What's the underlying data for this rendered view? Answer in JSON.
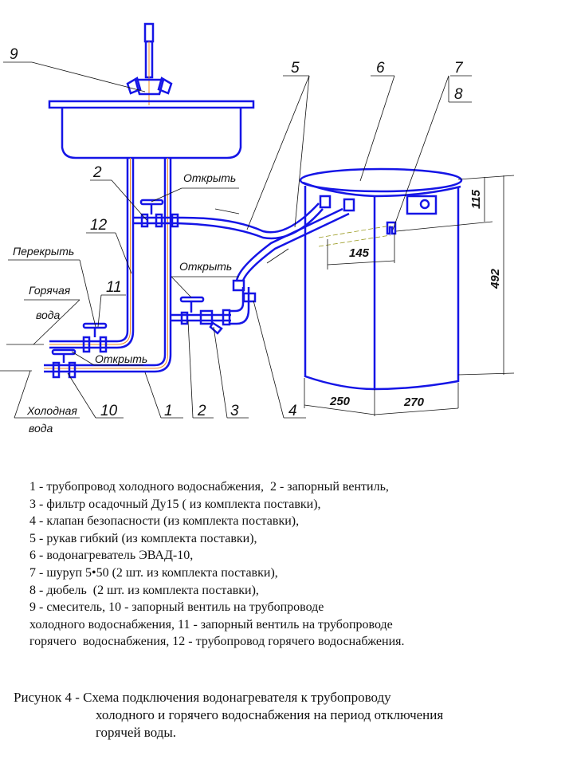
{
  "diagram": {
    "callouts": {
      "n9": "9",
      "n5": "5",
      "n6": "6",
      "n7": "7",
      "n8": "8",
      "n2a": "2",
      "n12": "12",
      "n11": "11",
      "n10": "10",
      "n1": "1",
      "n2b": "2",
      "n3": "3",
      "n4": "4"
    },
    "labels": {
      "open_top": "Открыть",
      "shut": "Перекрыть",
      "hot1": "Горячая",
      "hot2": "вода",
      "open_mid": "Открыть",
      "open_low": "Открыть",
      "cold1": "Холодная",
      "cold2": "вода"
    },
    "dimensions": {
      "d115": "115",
      "d492": "492",
      "d145": "145",
      "d250": "250",
      "d270": "270"
    },
    "colors": {
      "pipe": "#1515e6",
      "axis": "#f08a20"
    }
  },
  "legend": [
    "1 - трубопровод холодного водоснабжения,  2 - запорный вентиль,",
    "3 - фильтр осадочный Ду15 ( из комплекта поставки),",
    "4 - клапан безопасности (из комплекта поставки),",
    "5 - рукав гибкий (из комплекта поставки),",
    "6 - водонагреватель ЭВАД-10,",
    "7 - шуруп 5•50 (2 шт. из комплекта поставки),",
    "8 - дюбель  (2 шт. из комплекта поставки),",
    "9 - смеситель, 10 - запорный вентиль на трубопроводе",
    "холодного водоснабжения, 11 - запорный вентиль на трубопроводе",
    "горячего  водоснабжения, 12 - трубопровод горячего водоснабжения."
  ],
  "caption": [
    "Рисунок 4 - Схема подключения водонагревателя к трубопроводу",
    "холодного и горячего водоснабжения на период отключения",
    "горячей воды."
  ]
}
